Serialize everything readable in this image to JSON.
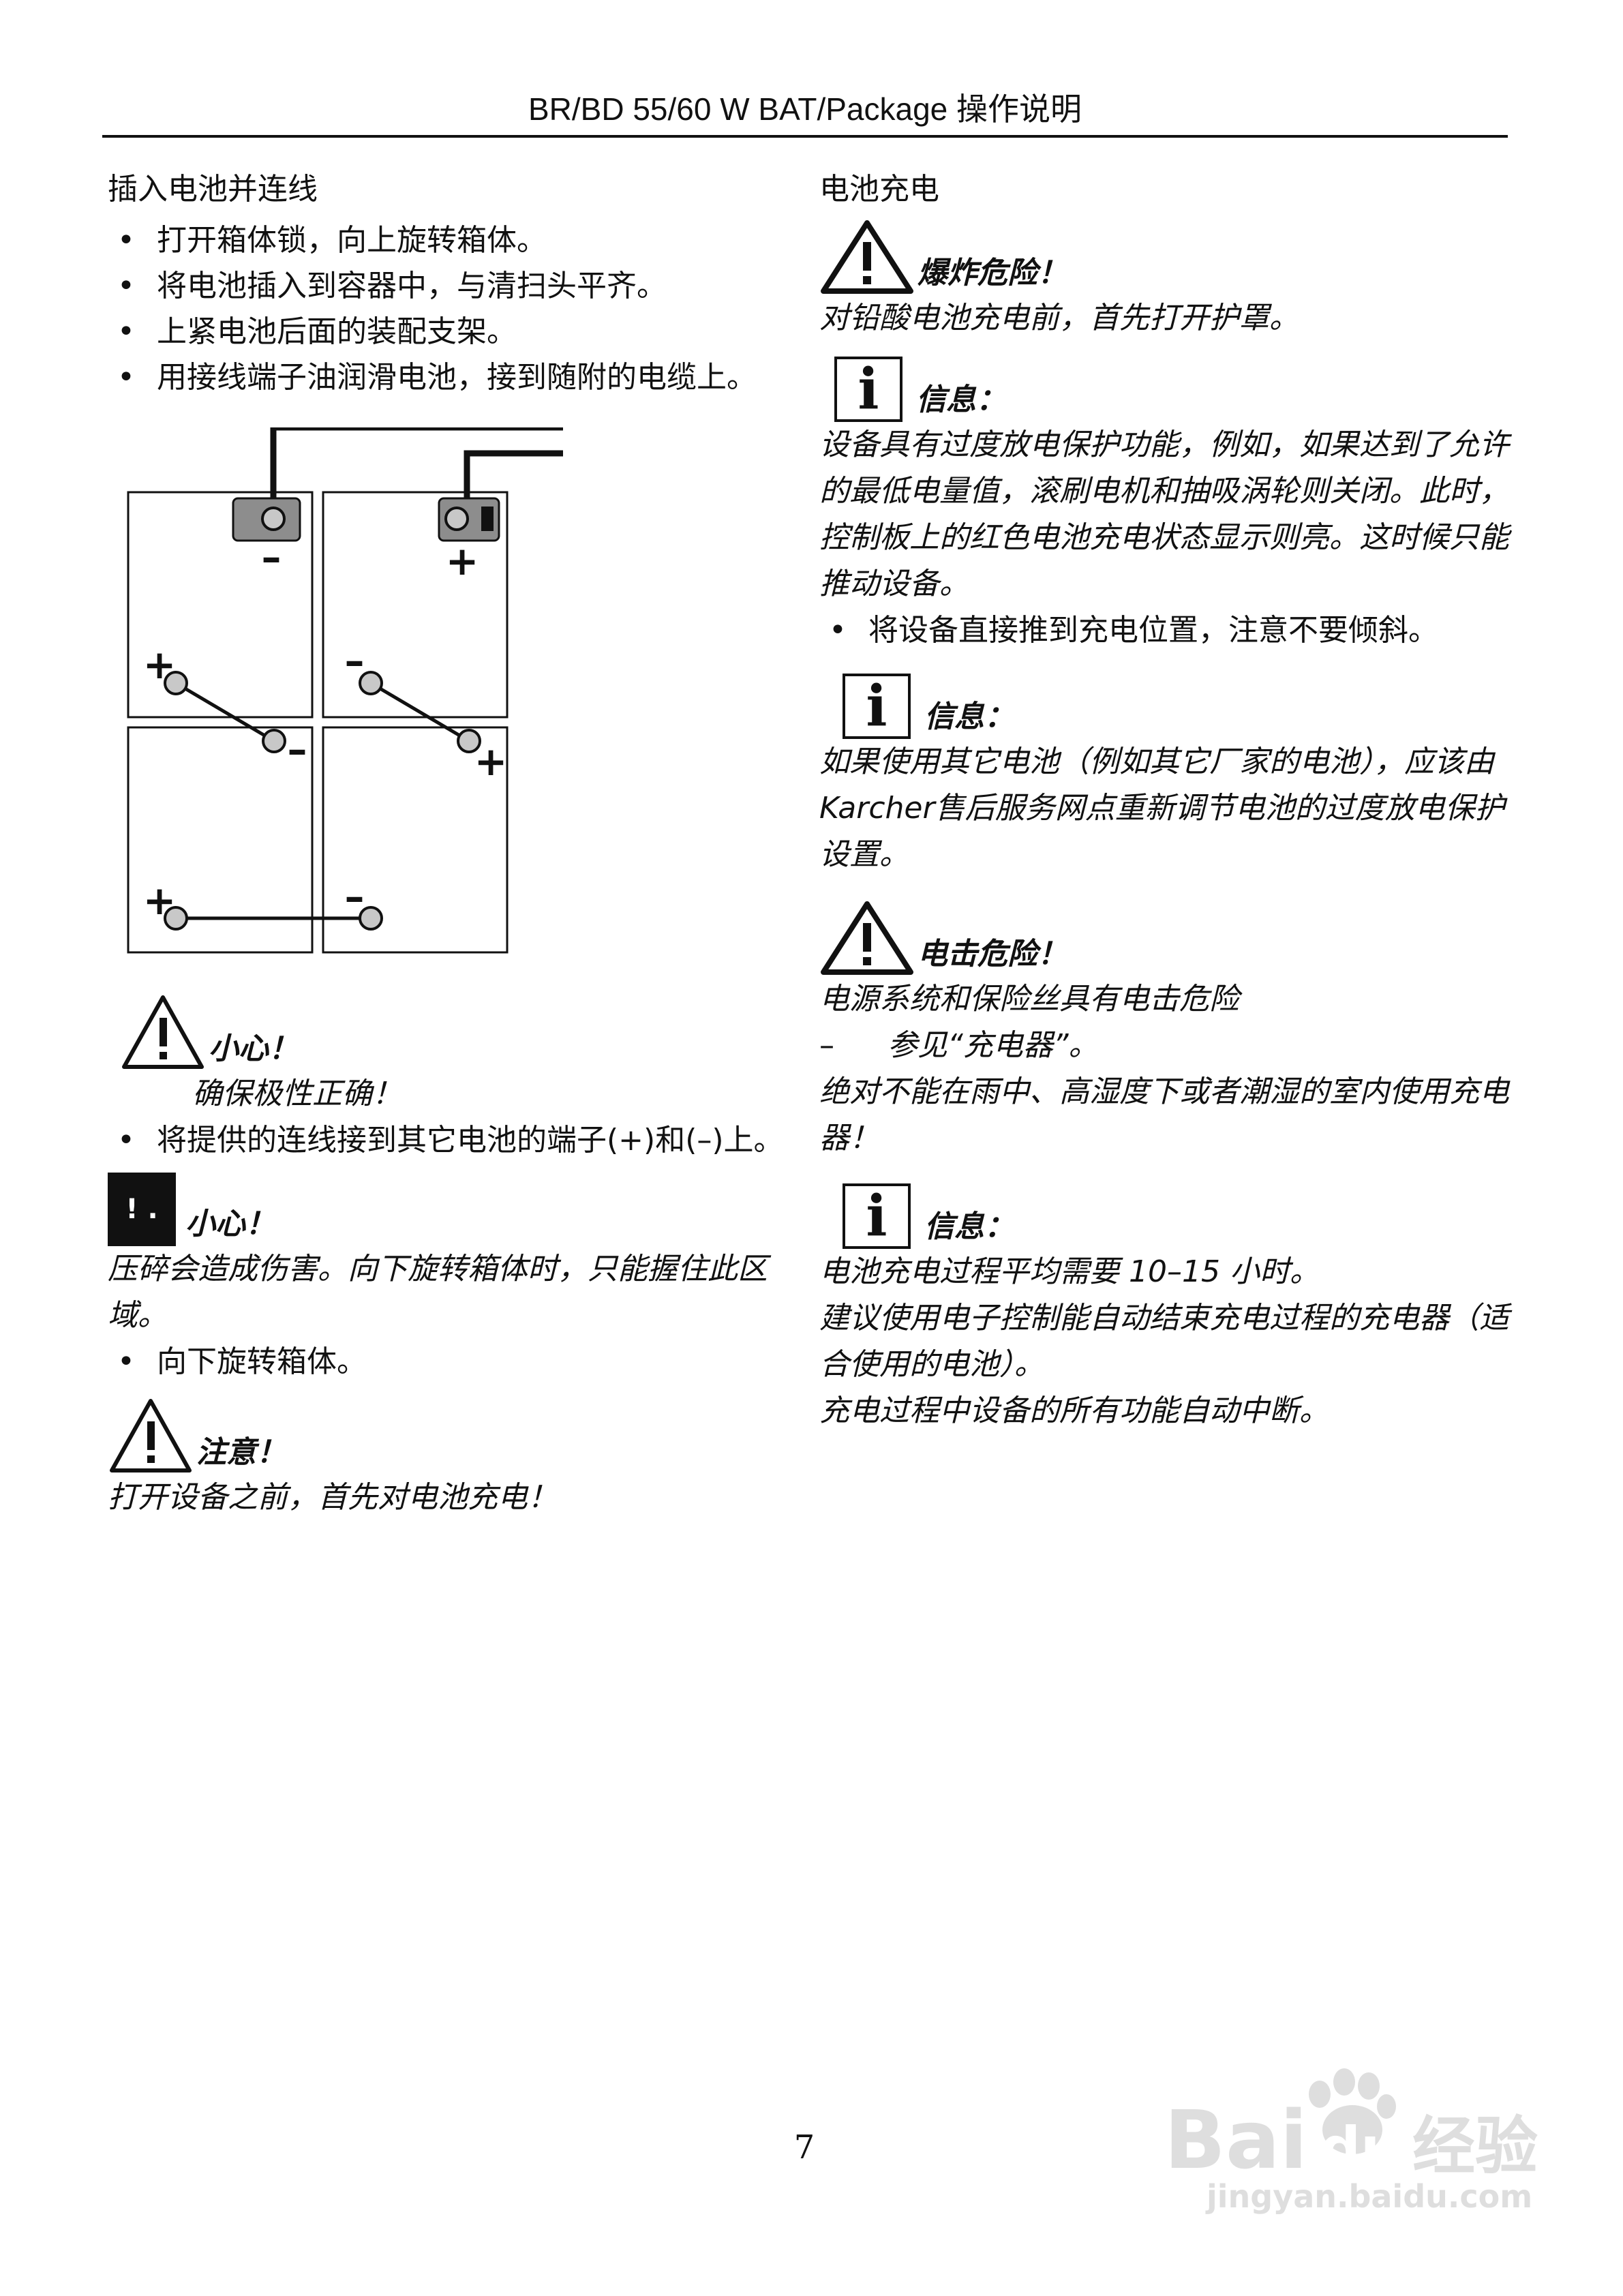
{
  "header": {
    "title": "BR/BD 55/60 W BAT/Package  操作说明"
  },
  "left": {
    "section_title": "插入电池并连线",
    "bullets": [
      "打开箱体锁，向上旋转箱体。",
      " 将电池插入到容器中，与清扫头平齐。",
      "上紧电池后面的装配支架。",
      "用接线端子油润滑电池，接到随附的电缆上。"
    ],
    "diagram": {
      "terminal_signs": [
        "–",
        "+",
        "+",
        "–",
        "–",
        "+",
        "+",
        "–"
      ]
    },
    "caution1": {
      "label": "小心！",
      "text": "确保极性正确！"
    },
    "bullet_connect": " 将提供的连线接到其它电池的端子(+)和(–)上。",
    "caution2": {
      "icon_glyph": "! .",
      "label": "小心！",
      "text": "压碎会造成伤害。向下旋转箱体时，只能握住此区域。"
    },
    "bullet_rotate": "向下旋转箱体。",
    "note": {
      "label": "注意！",
      "text": "打开设备之前，首先对电池充电！"
    }
  },
  "right": {
    "section_title": "电池充电",
    "explosion": {
      "label": "爆炸危险！",
      "text": "对铅酸电池充电前，首先打开护罩。"
    },
    "info1": {
      "icon_letter": "i",
      "label": "信息：",
      "text": "设备具有过度放电保护功能，例如，如果达到了允许的最低电量值，滚刷电机和抽吸涡轮则关闭。此时，控制板上的红色电池充电状态显示则亮。这时候只能推动设备。"
    },
    "bullet_push": "将设备直接推到充电位置，注意不要倾斜。",
    "info2": {
      "icon_letter": "i",
      "label": "信息：",
      "text": "如果使用其它电池（例如其它厂家的电池），应该由 Karcher售后服务网点重新调节电池的过度放电保护设置。"
    },
    "electric": {
      "label": "电击危险！",
      "text1": "电源系统和保险丝具有电击危险",
      "dash_item": "参见“充电器”。",
      "text2": "绝对不能在雨中、高湿度下或者潮湿的室内使用充电器！"
    },
    "info3": {
      "icon_letter": "i",
      "label": "信息：",
      "line1": "电池充电过程平均需要 10–15 小时。",
      "line2": "建议使用电子控制能自动结束充电过程的充电器（适合使用的电池）。",
      "line3": "充电过程中设备的所有功能自动中断。"
    }
  },
  "page_number": "7",
  "watermark": {
    "brand": "Bai",
    "brand2": "du",
    "cn": "经验",
    "url": "jingyan.baidu.com"
  },
  "colors": {
    "text": "#111111",
    "terminal": "#a9a9a9",
    "watermark": "#8a8a8a"
  }
}
